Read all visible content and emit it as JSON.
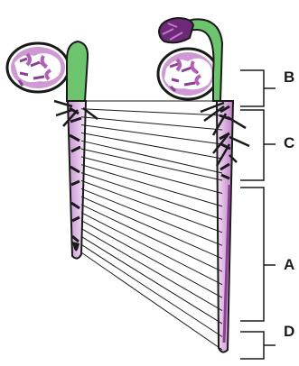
{
  "labels": {
    "b": "B",
    "c": "C",
    "a": "A",
    "d": "D"
  },
  "colors": {
    "stem_green": "#6cc46c",
    "seed_purple": "#b25fb8",
    "seed_dark_purple": "#6d2a78",
    "root_light_purple": "#e7c9ec",
    "outline": "#1a1a1a"
  }
}
